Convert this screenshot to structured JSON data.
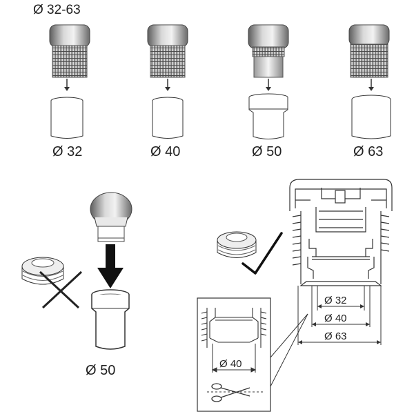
{
  "header": {
    "range_label": "Ø 32-63"
  },
  "top_row": [
    {
      "label": "Ø 32"
    },
    {
      "label": "Ø 40"
    },
    {
      "label": "Ø 50"
    },
    {
      "label": "Ø 63"
    }
  ],
  "example": {
    "pipe_label": "Ø 50"
  },
  "dimensions": {
    "d32": "Ø 32",
    "d40": "Ø 40",
    "d63": "Ø 63",
    "detail": "Ø 40"
  },
  "colors": {
    "line": "#222222",
    "metal_light": "#e8e8e8",
    "metal_dark": "#6e6e6e",
    "thread": "#9a9a9a"
  }
}
